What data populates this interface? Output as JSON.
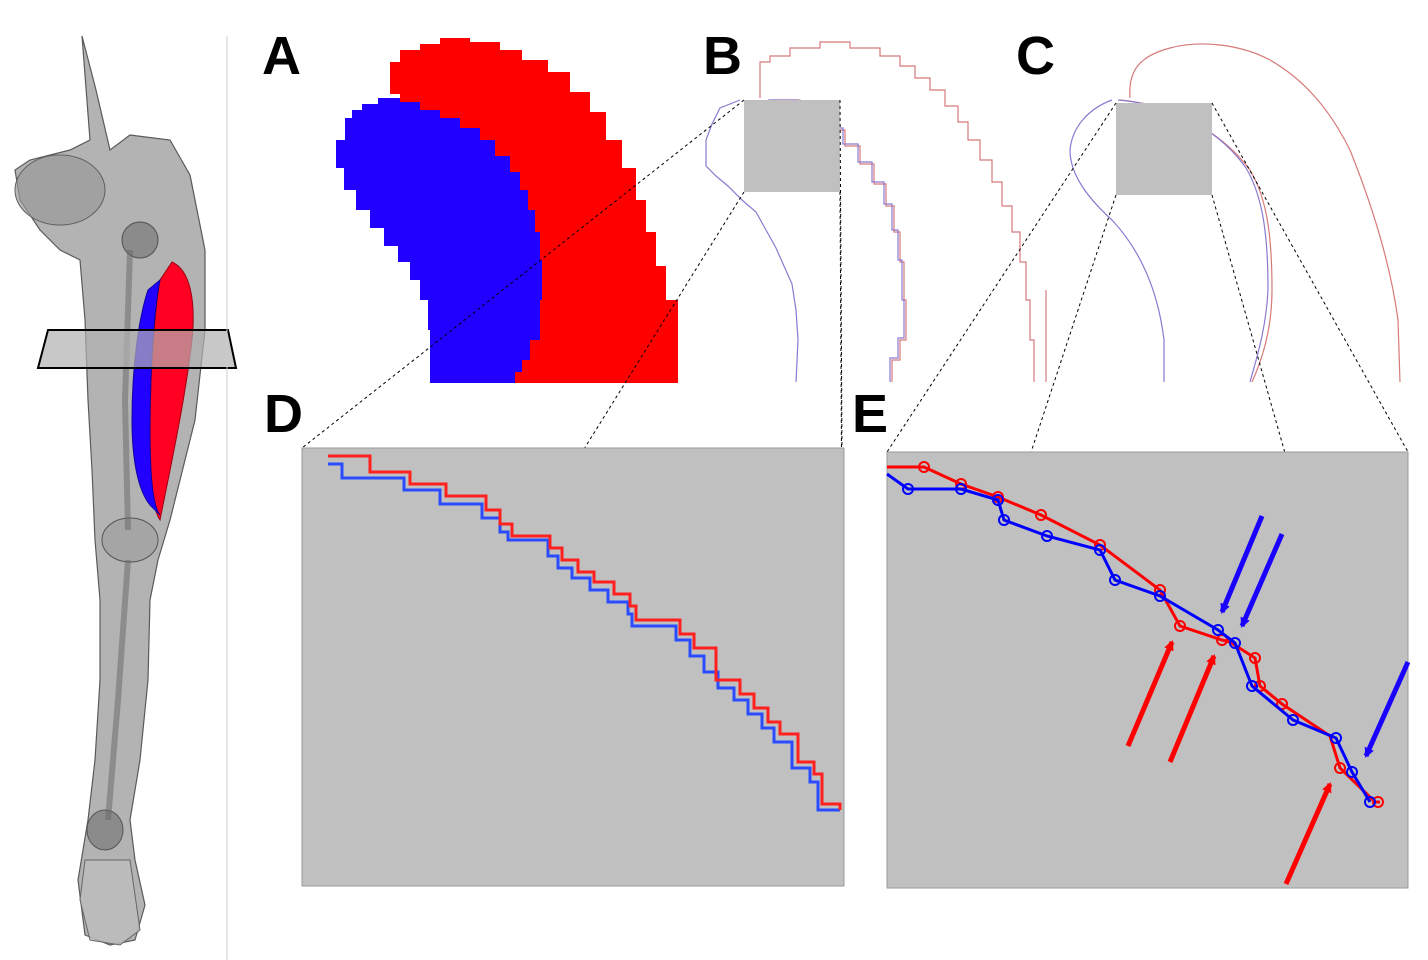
{
  "panels": {
    "A": {
      "label": "A"
    },
    "B": {
      "label": "B"
    },
    "C": {
      "label": "C"
    },
    "D": {
      "label": "D"
    },
    "E": {
      "label": "E"
    }
  },
  "colors": {
    "outer_region": "#ff0000",
    "inner_region": "#2200ff",
    "zoom_box": "#c0c0c0",
    "leg_tint": "#8a8a8a",
    "text": "#000000"
  },
  "arrows": {
    "blue_count": 3,
    "red_count": 3
  }
}
